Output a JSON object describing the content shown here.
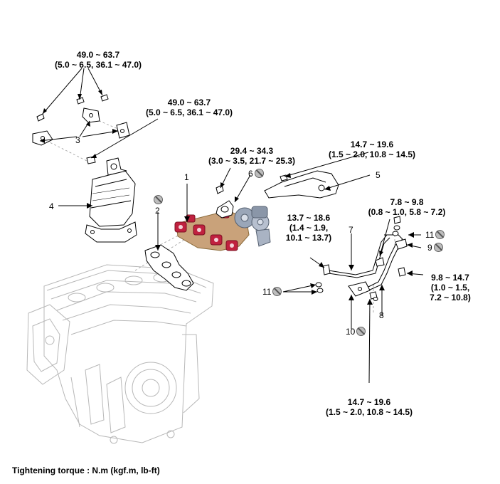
{
  "torque_labels": {
    "t1": {
      "line1": "49.0 ~ 63.7",
      "line2": "(5.0 ~ 6.5, 36.1 ~ 47.0)"
    },
    "t2": {
      "line1": "49.0 ~ 63.7",
      "line2": "(5.0 ~ 6.5, 36.1 ~ 47.0)"
    },
    "t3": {
      "line1": "29.4 ~ 34.3",
      "line2": "(3.0 ~ 3.5, 21.7 ~ 25.3)"
    },
    "t4": {
      "line1": "14.7 ~ 19.6",
      "line2": "(1.5 ~ 2.0, 10.8 ~ 14.5)"
    },
    "t5": {
      "line1": "7.8 ~ 9.8",
      "line2": "(0.8 ~ 1.0, 5.8 ~ 7.2)"
    },
    "t6": {
      "line1": "13.7 ~ 18.6",
      "line2": "(1.4 ~ 1.9,",
      "line3": "10.1 ~ 13.7)"
    },
    "t7": {
      "line1": "9.8 ~ 14.7",
      "line2": "(1.0 ~ 1.5,",
      "line3": "7.2 ~ 10.8)"
    },
    "t8": {
      "line1": "14.7 ~ 19.6",
      "line2": "(1.5 ~ 2.0, 10.8 ~ 14.5)"
    }
  },
  "callouts": {
    "c1": "1",
    "c2": "2",
    "c3": "3",
    "c4": "4",
    "c5": "5",
    "c6": "6",
    "c7": "7",
    "c8": "8",
    "c9": "9",
    "c10": "10",
    "c11a": "11",
    "c11b": "11"
  },
  "footer": {
    "text": "Tightening torque : N.m (kgf.m, lb-ft)"
  },
  "colors": {
    "manifold": "#c0213f",
    "manifold_edge": "#8a6a3a",
    "turbo": "#8a96a8",
    "line": "#000000",
    "ghost": "#b8b8b8"
  }
}
